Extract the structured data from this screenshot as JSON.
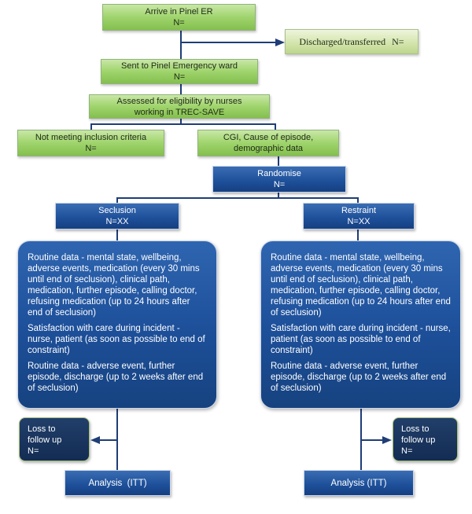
{
  "diagram": {
    "arrive": {
      "title": "Arrive in Pinel ER",
      "count": "N="
    },
    "discharged": {
      "label": "Discharged/transferred",
      "count": "N="
    },
    "emergency_ward": {
      "title": "Sent to Pinel Emergency ward",
      "count": "N="
    },
    "assessed": {
      "line1": "Assessed for eligibility by nurses",
      "line2": "working in TREC-SAVE"
    },
    "not_meeting": {
      "title": "Not meeting inclusion criteria",
      "count": "N="
    },
    "cgi": {
      "text": "CGI, Cause of episode, demographic data"
    },
    "randomise": {
      "title": "Randomise",
      "count": "N="
    },
    "seclusion": {
      "title": "Seclusion",
      "count": "N=XX"
    },
    "restraint": {
      "title": "Restraint",
      "count": "N=XX"
    },
    "seclusion_details": {
      "p1": "Routine data - mental state, wellbeing, adverse events, medication (every 30 mins until end of seclusion), clinical path, medication, further episode, calling doctor, refusing medication (up to 24 hours after end of seclusion)",
      "p2": "Satisfaction with care during incident - nurse, patient (as soon as possible to end of constraint)",
      "p3": "Routine data - adverse event, further episode, discharge (up to 2 weeks after end of seclusion)"
    },
    "restraint_details": {
      "p1": "Routine data - mental state, wellbeing, adverse events, medication (every 30 mins until end of seclusion), clinical path, medication, further episode, calling doctor, refusing medication (up to 24 hours after end of seclusion)",
      "p2": "Satisfaction with care during incident - nurse, patient (as soon as possible to end of constraint)",
      "p3": "Routine data - adverse event, further episode, discharge (up to 2 weeks after end of seclusion)"
    },
    "loss_left": {
      "line1": "Loss to",
      "line2": "follow up",
      "count": "N="
    },
    "loss_right": {
      "line1": "Loss to",
      "line2": "follow up",
      "count": "N="
    },
    "analysis_left": {
      "title": "Analysis  (ITT)"
    },
    "analysis_right": {
      "title": "Analysis (ITT)"
    }
  },
  "colors": {
    "connector": "#1f3d77",
    "green_node": "#9fd46c",
    "blue_node": "#1d4f99",
    "loss_node": "#132c53"
  }
}
